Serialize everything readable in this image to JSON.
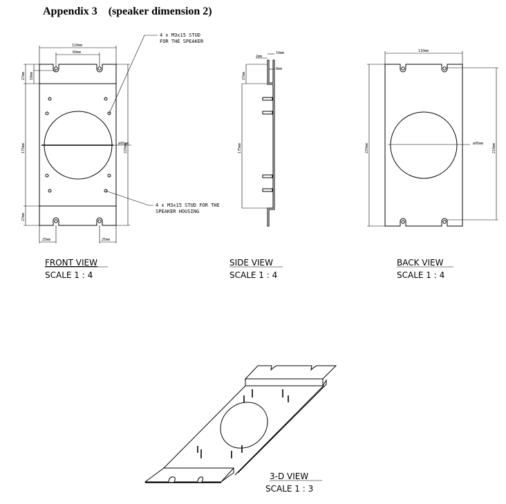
{
  "title": "Appendix 3    (speaker dimension 2)",
  "front_view": {
    "label": "FRONT VIEW",
    "scale": "SCALE 1 : 4",
    "dims": {
      "width": "110mm",
      "slot_spacing": "60mm",
      "top_flange": "27mm",
      "slot_depth": "10mm",
      "body": "175mm",
      "total": "229mm",
      "hole": "ø95mm",
      "bottom_flange": "27mm",
      "left_offset": "25mm",
      "right_offset": "25mm"
    },
    "note_top": [
      "4 x M3x15 STUD",
      "FOR THE SPEAKER"
    ],
    "note_bottom": [
      "4 x M3x15 STUD FOR THE",
      "SPEAKER HOUSING"
    ]
  },
  "side_view": {
    "label": "SIDE VIEW",
    "scale": "SCALE 1 : 4",
    "dims": {
      "flange": "10mm",
      "thickness": "2mm",
      "offset": "8mm",
      "top": "27mm",
      "body": "175mm"
    }
  },
  "back_view": {
    "label": "BACK VIEW",
    "scale": "SCALE 1 : 4",
    "dims": {
      "width": "110mm",
      "total": "229mm",
      "hole": "ø95mm",
      "stud_span": "218mm"
    }
  },
  "iso_view": {
    "label": "3-D VIEW",
    "scale": "SCALE 1 : 3"
  }
}
